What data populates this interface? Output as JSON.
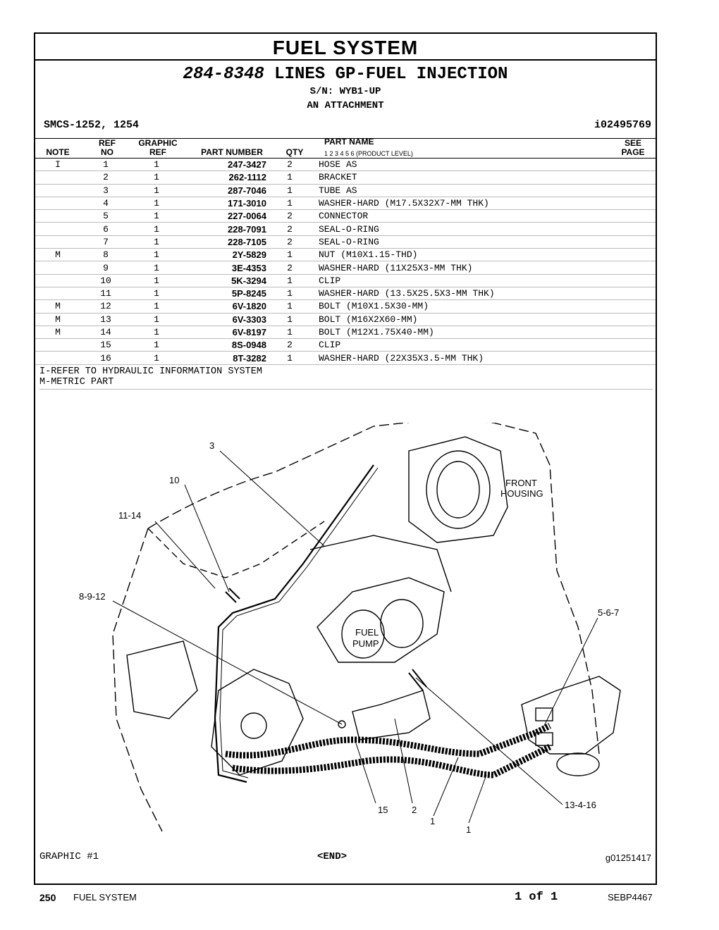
{
  "system_title": "FUEL SYSTEM",
  "group_number": "284-8348",
  "group_name": "LINES GP-FUEL INJECTION",
  "serial": "S/N: WYB1-UP",
  "attachment": "AN ATTACHMENT",
  "smcs": "SMCS-1252, 1254",
  "doc_id": "i02495769",
  "headers": {
    "note": "NOTE",
    "ref_top": "REF",
    "ref_bottom": "NO",
    "graphic_top": "GRAPHIC",
    "graphic_bottom": "REF",
    "part_number": "PART NUMBER",
    "qty": "QTY",
    "part_name": "PART NAME",
    "levels": "1 2 3 4 5 6 (PRODUCT LEVEL)",
    "see_top": "SEE",
    "see_bottom": "PAGE"
  },
  "parts": [
    {
      "note": "I",
      "ref": "1",
      "gref": "1",
      "pn": "247-3427",
      "qty": "2",
      "name": "HOSE AS"
    },
    {
      "note": "",
      "ref": "2",
      "gref": "1",
      "pn": "262-1112",
      "qty": "1",
      "name": "BRACKET"
    },
    {
      "note": "",
      "ref": "3",
      "gref": "1",
      "pn": "287-7046",
      "qty": "1",
      "name": "TUBE AS"
    },
    {
      "note": "",
      "ref": "4",
      "gref": "1",
      "pn": "171-3010",
      "qty": "1",
      "name": "WASHER-HARD (M17.5X32X7-MM THK)"
    },
    {
      "note": "",
      "ref": "5",
      "gref": "1",
      "pn": "227-0064",
      "qty": "2",
      "name": "CONNECTOR"
    },
    {
      "note": "",
      "ref": "6",
      "gref": "1",
      "pn": "228-7091",
      "qty": "2",
      "name": "SEAL-O-RING"
    },
    {
      "note": "",
      "ref": "7",
      "gref": "1",
      "pn": "228-7105",
      "qty": "2",
      "name": "SEAL-O-RING"
    },
    {
      "note": "M",
      "ref": "8",
      "gref": "1",
      "pn": "2Y-5829",
      "qty": "1",
      "name": "NUT (M10X1.15-THD)"
    },
    {
      "note": "",
      "ref": "9",
      "gref": "1",
      "pn": "3E-4353",
      "qty": "2",
      "name": "WASHER-HARD (11X25X3-MM THK)"
    },
    {
      "note": "",
      "ref": "10",
      "gref": "1",
      "pn": "5K-3294",
      "qty": "1",
      "name": "CLIP"
    },
    {
      "note": "",
      "ref": "11",
      "gref": "1",
      "pn": "5P-8245",
      "qty": "1",
      "name": "WASHER-HARD (13.5X25.5X3-MM THK)"
    },
    {
      "note": "M",
      "ref": "12",
      "gref": "1",
      "pn": "6V-1820",
      "qty": "1",
      "name": "BOLT (M10X1.5X30-MM)"
    },
    {
      "note": "M",
      "ref": "13",
      "gref": "1",
      "pn": "6V-3303",
      "qty": "1",
      "name": "BOLT (M16X2X60-MM)"
    },
    {
      "note": "M",
      "ref": "14",
      "gref": "1",
      "pn": "6V-8197",
      "qty": "1",
      "name": "BOLT (M12X1.75X40-MM)"
    },
    {
      "note": "",
      "ref": "15",
      "gref": "1",
      "pn": "8S-0948",
      "qty": "2",
      "name": "CLIP"
    },
    {
      "note": "",
      "ref": "16",
      "gref": "1",
      "pn": "8T-3282",
      "qty": "1",
      "name": "WASHER-HARD (22X35X3.5-MM THK)"
    }
  ],
  "notes": [
    "I-REFER TO HYDRAULIC INFORMATION SYSTEM",
    "M-METRIC PART"
  ],
  "callouts": {
    "c3": "3",
    "c10": "10",
    "c1114": "11-14",
    "c8912": "8-9-12",
    "c567": "5-6-7",
    "front1": "FRONT",
    "front2": "HOUSING",
    "pump1": "FUEL",
    "pump2": "PUMP",
    "c15": "15",
    "c2": "2",
    "c1a": "1",
    "c1b": "1",
    "c13416": "13-4-16"
  },
  "graphic_label": "GRAPHIC #1",
  "end_label": "<END>",
  "graphic_id": "g01251417",
  "footer": {
    "page_number": "250",
    "section": "FUEL SYSTEM",
    "page_of": "1 of 1",
    "publication": "SEBP4467"
  }
}
